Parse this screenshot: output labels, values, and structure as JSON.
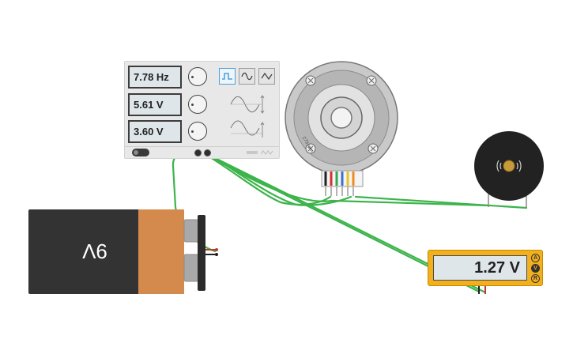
{
  "function_generator": {
    "frequency": "7.78 Hz",
    "amplitude": "5.61 V",
    "dc_offset": "3.60 V",
    "waveforms": [
      "square-wave-icon",
      "sine-wave-icon",
      "triangle-wave-icon"
    ],
    "selected_waveform": "square"
  },
  "battery": {
    "label": "9V"
  },
  "motor": {
    "label": "279 rpm"
  },
  "multimeter": {
    "reading": "1.27 V",
    "modes": [
      "A",
      "V",
      "R"
    ]
  },
  "colors": {
    "wire": "#3cb44b",
    "battery_body": "#333333",
    "battery_cap": "#d48a4c",
    "multimeter_body": "#f2b01e",
    "display_bg": "#dfe6ea",
    "selected_wave_border": "#4a9fd8"
  }
}
